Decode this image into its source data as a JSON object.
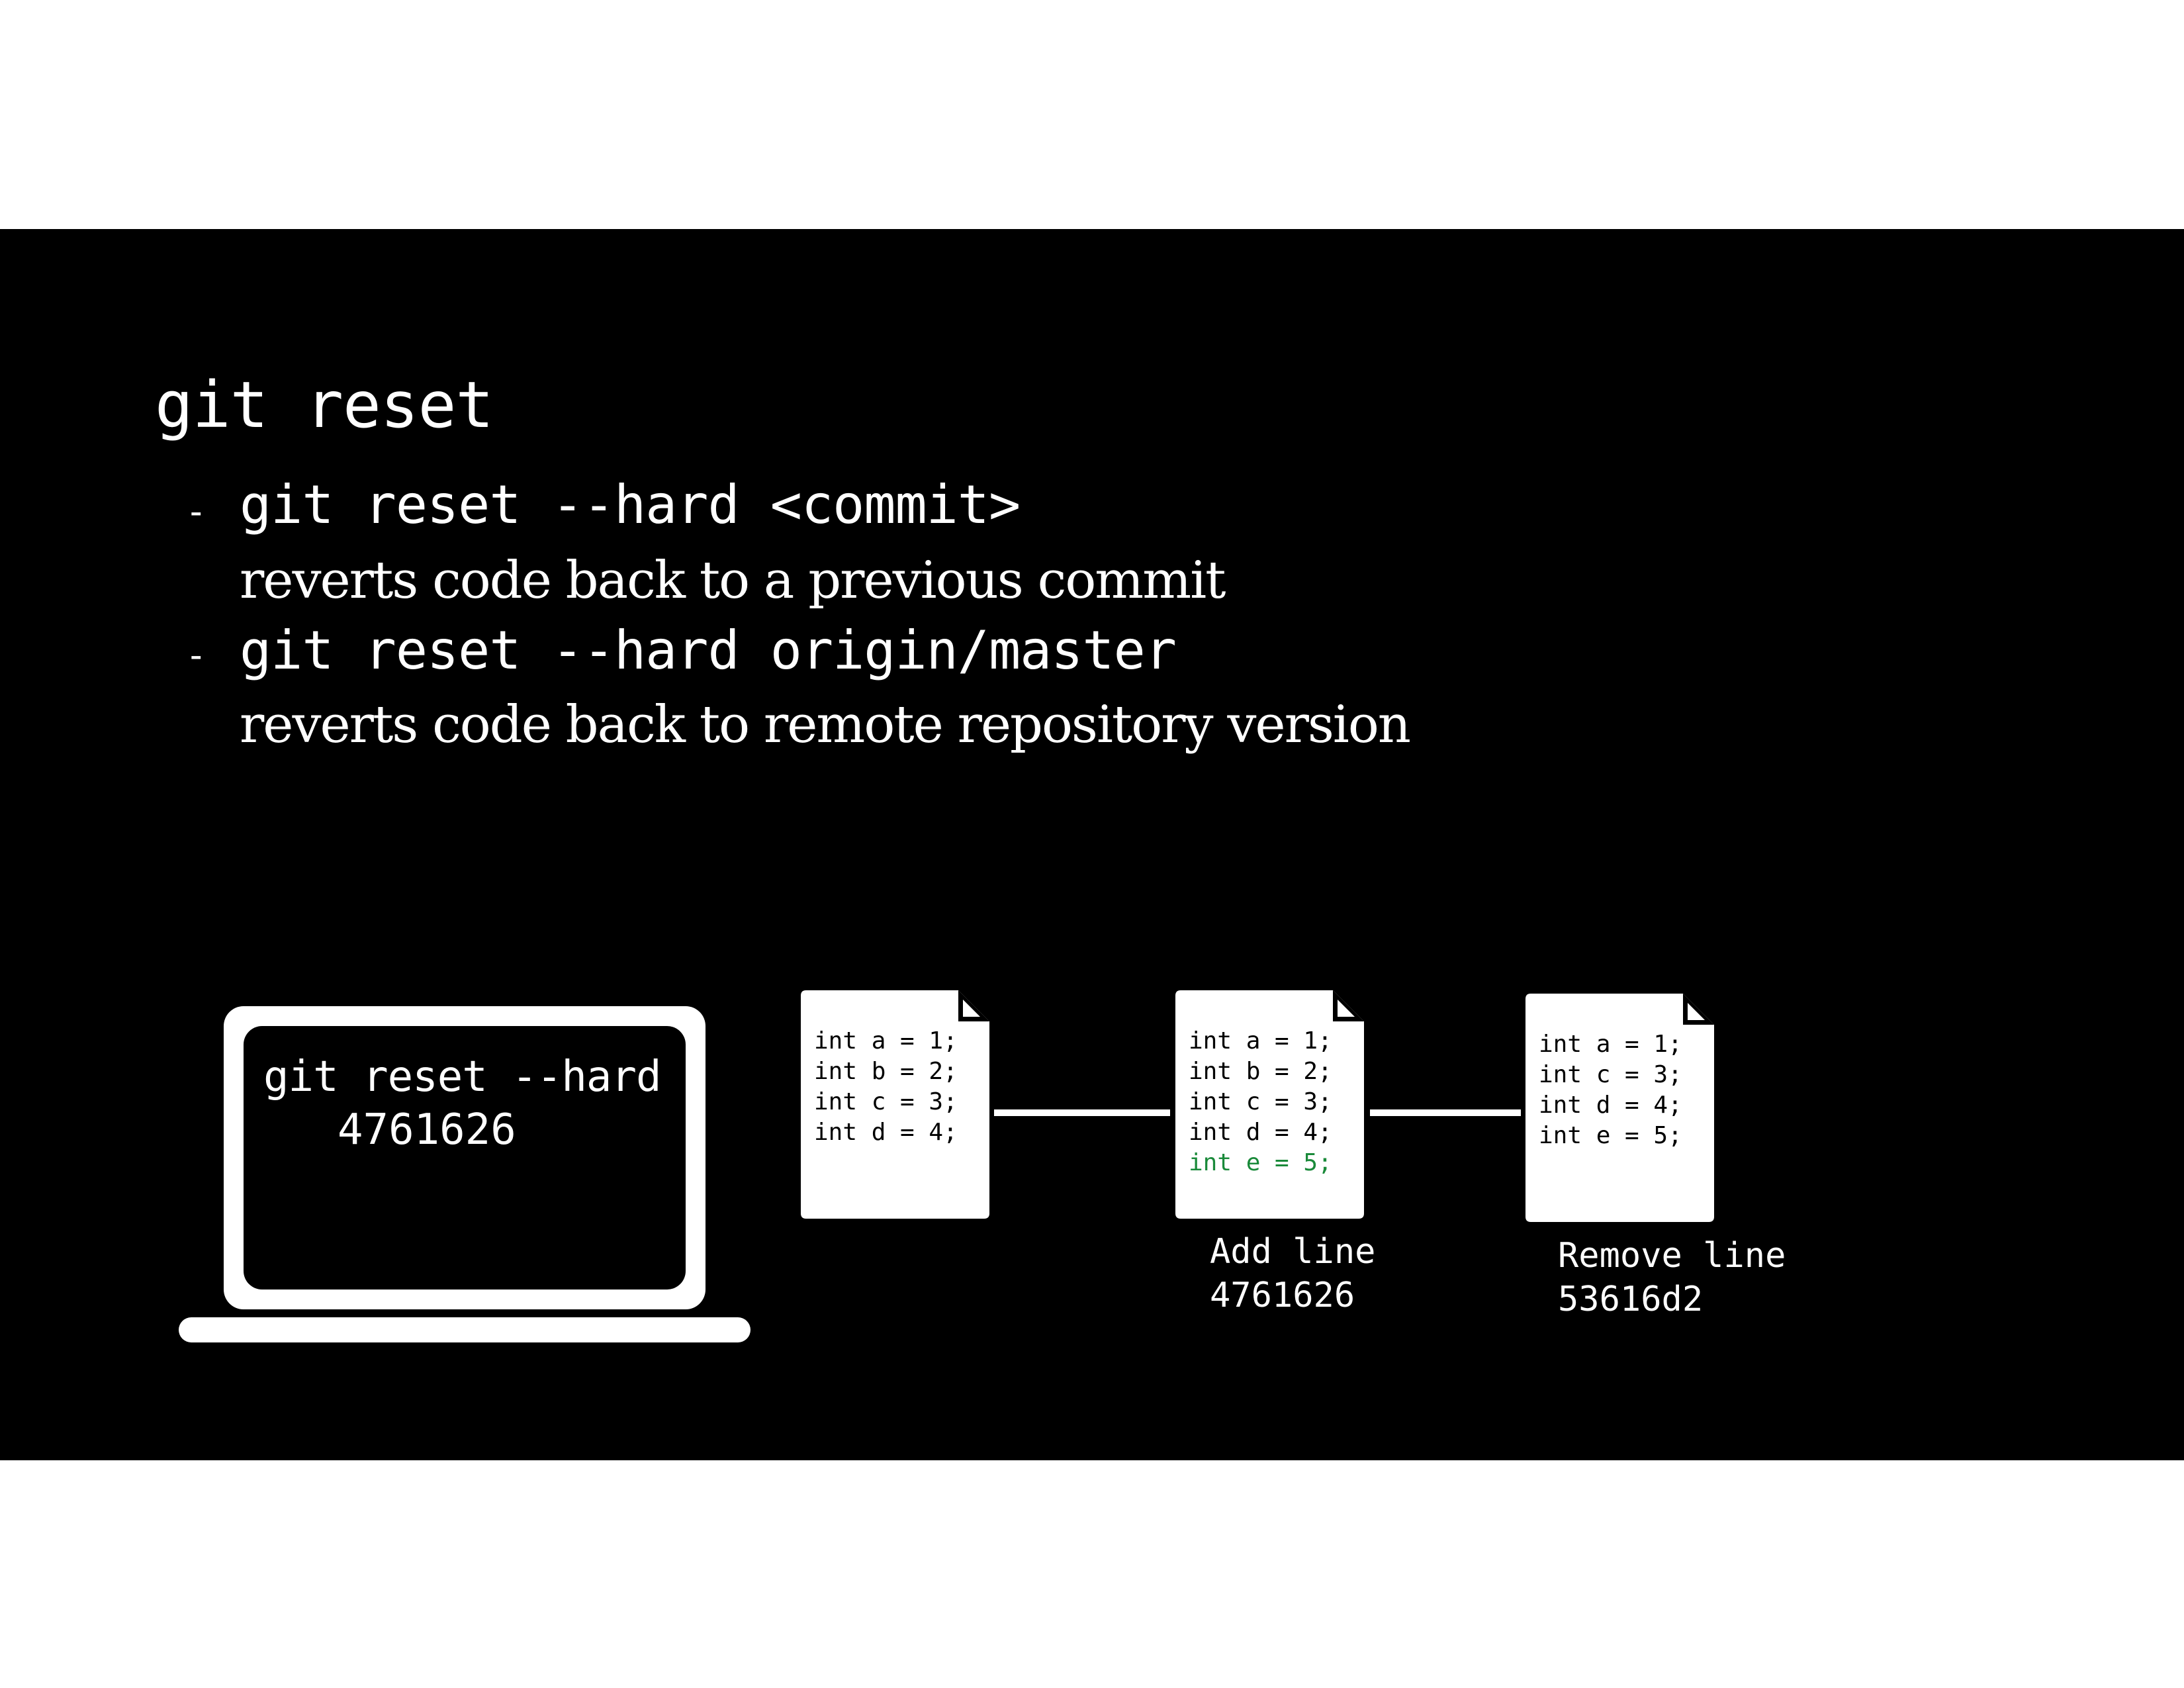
{
  "title": "git reset",
  "bullets": [
    {
      "dash": "-",
      "command": "git reset --hard <commit>",
      "description": "reverts code back to a previous commit"
    },
    {
      "dash": "-",
      "command": "git reset --hard origin/master",
      "description": "reverts code back to remote repository version"
    }
  ],
  "laptop": {
    "command": "git reset --hard",
    "hash": "4761626"
  },
  "commits": [
    {
      "lines": [
        "int a = 1;",
        "int b = 2;",
        "int c = 3;",
        "int d = 4;"
      ],
      "added_line": "",
      "label": "",
      "hash": ""
    },
    {
      "lines": [
        "int a = 1;",
        "int b = 2;",
        "int c = 3;",
        "int d = 4;"
      ],
      "added_line": "int e = 5;",
      "label": "Add line",
      "hash": "4761626"
    },
    {
      "lines": [
        "int a = 1;",
        "int c = 3;",
        "int d = 4;",
        "int e = 5;"
      ],
      "added_line": "",
      "label": "Remove line",
      "hash": "53616d2"
    }
  ],
  "colors": {
    "background": "#000000",
    "foreground": "#ffffff",
    "added_line": "#1a8a3a"
  }
}
